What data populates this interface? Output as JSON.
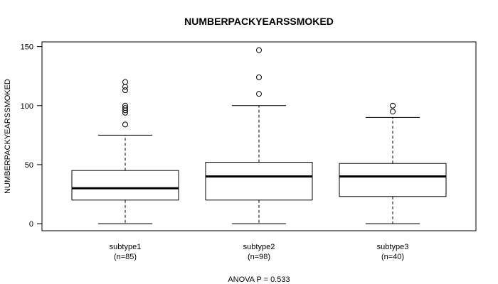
{
  "chart_data": {
    "type": "box",
    "title": "NUMBERPACKYEARSSMOKED",
    "ylabel": "NUMBERPACKYEARSSMOKED",
    "xlabel": "ANOVA P = 0.533",
    "ylim": [
      -6,
      154
    ],
    "yticks": [
      0,
      50,
      100,
      150
    ],
    "categories": [
      "subtype1",
      "subtype2",
      "subtype3"
    ],
    "counts": [
      "(n=85)",
      "(n=98)",
      "(n=40)"
    ],
    "boxes": [
      {
        "whisker_low": 0,
        "q1": 20,
        "median": 30,
        "q3": 45,
        "whisker_high": 75,
        "outliers": [
          84,
          94,
          96,
          98,
          100,
          113,
          116,
          120
        ]
      },
      {
        "whisker_low": 0,
        "q1": 20,
        "median": 40,
        "q3": 52,
        "whisker_high": 100,
        "outliers": [
          110,
          124,
          147
        ]
      },
      {
        "whisker_low": 0,
        "q1": 23,
        "median": 40,
        "q3": 51,
        "whisker_high": 90,
        "outliers": [
          95,
          100
        ]
      }
    ]
  }
}
